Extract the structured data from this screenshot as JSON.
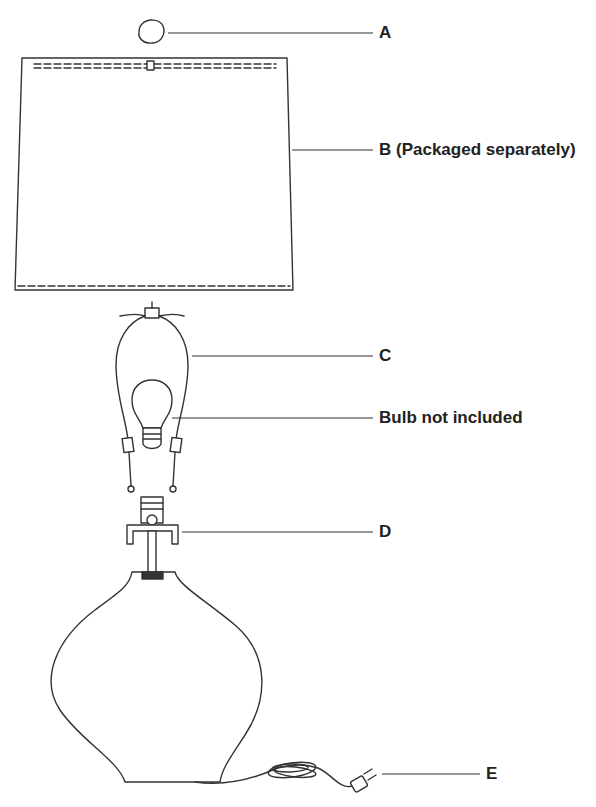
{
  "diagram": {
    "labels": [
      "A",
      "B (Packaged separately)",
      "C",
      "Bulb not included",
      "D",
      "E"
    ]
  }
}
